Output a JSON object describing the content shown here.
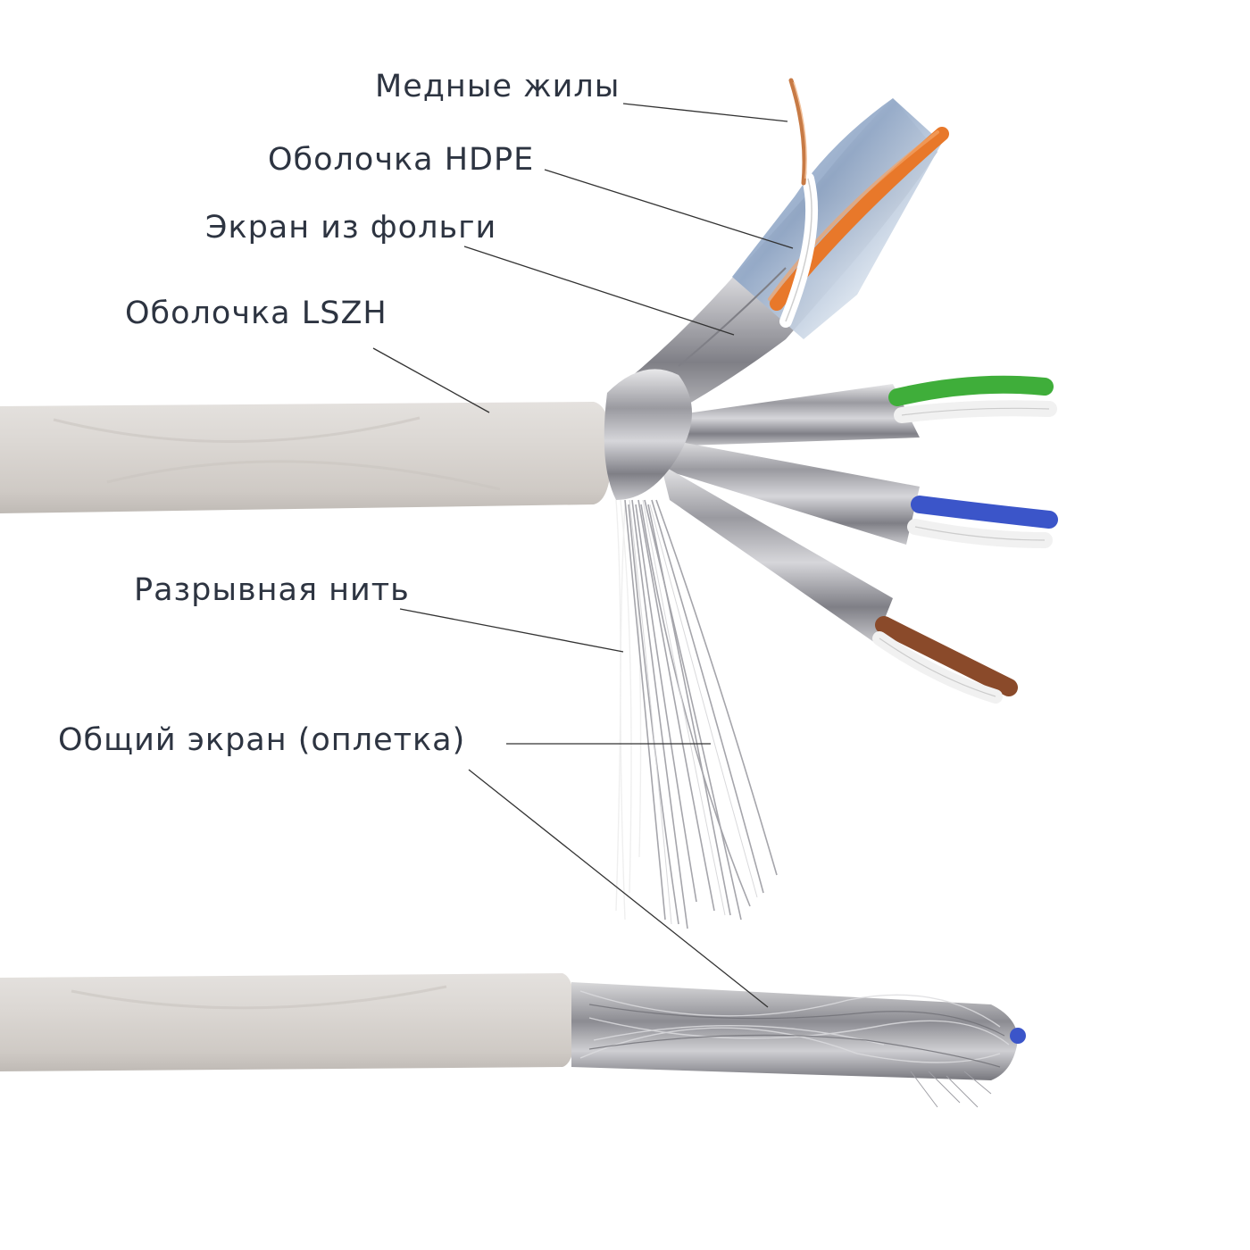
{
  "diagram": {
    "labels": {
      "copper_cores": "Медные жилы",
      "hdpe_sheath": "Оболочка HDPE",
      "foil_screen": "Экран из фольги",
      "lszh_sheath": "Оболочка LSZH",
      "rip_cord": "Разрывная нить",
      "overall_braid": "Общий экран (оплетка)"
    },
    "colors": {
      "label_text": "#2d3441",
      "leader_line": "#333333",
      "jacket": "#d9d5d1",
      "foil": "#b8b8bc",
      "orange": "#e8782a",
      "green": "#3fae3a",
      "blue": "#3b55c9",
      "brown": "#8a4a2a",
      "copper": "#c77a45"
    }
  }
}
